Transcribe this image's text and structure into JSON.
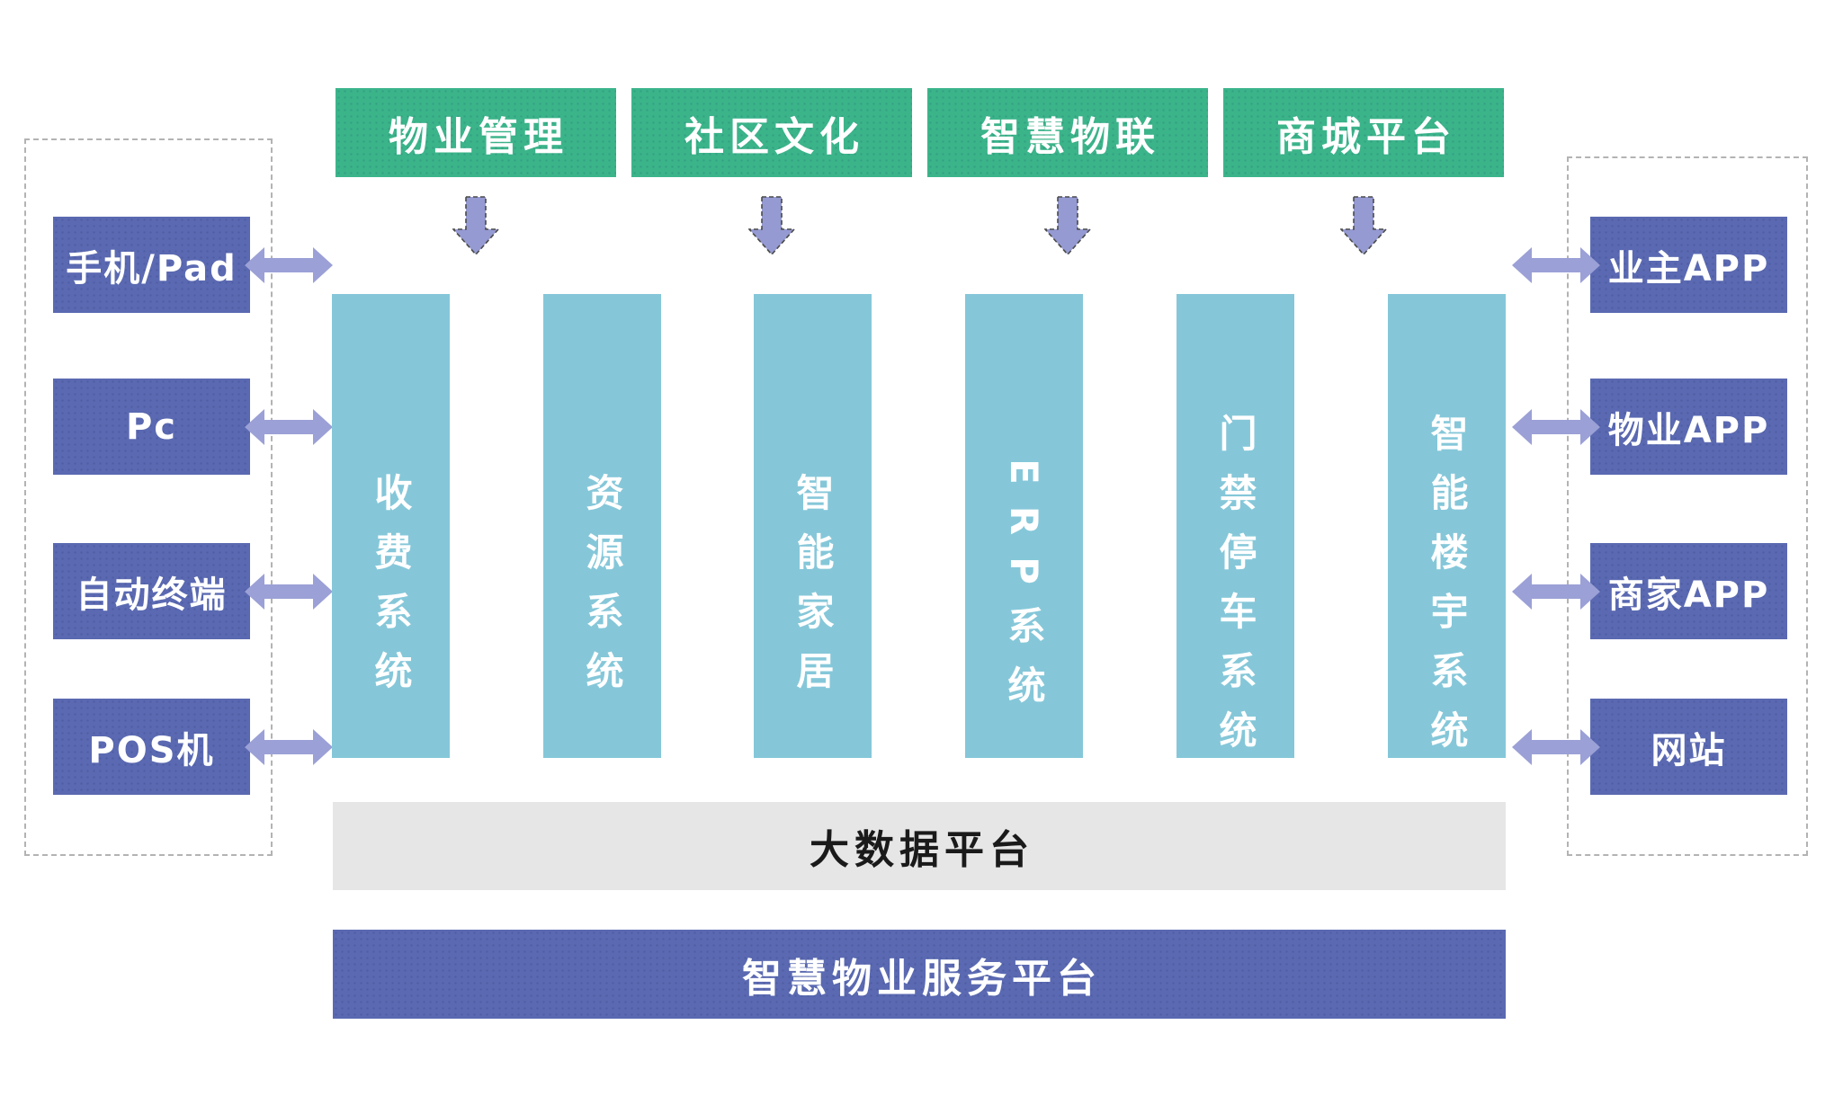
{
  "top_modules": [
    "物业管理",
    "社区文化",
    "智慧物联",
    "商城平台"
  ],
  "left_terminals": [
    "手机/Pad",
    "Pc",
    "自动终端",
    "POS机"
  ],
  "right_terminals": [
    "业主APP",
    "物业APP",
    "商家APP",
    "网站"
  ],
  "system_columns": [
    "收费系统",
    "资源系统",
    "智能家居",
    "ERP系统",
    "门禁停车系统",
    "智能楼宇系统"
  ],
  "platform_bars": {
    "big_data": "大数据平台",
    "service": "智慧物业服务平台"
  },
  "icons": {
    "down_arrow": "down-block-arrow",
    "double_arrow": "left-right-block-arrow"
  },
  "colors": {
    "green": "#3BB48A",
    "box_purple": "#5A69B1",
    "arrow_purple": "#9BA0D6",
    "down_arrow_purple": "#959AD2",
    "col_teal": "#85C7D9",
    "bar_gray": "#E6E6E6",
    "dash_gray": "#B3B3B3",
    "text_white": "#FFFFFF",
    "text_black": "#1A1A1A"
  }
}
